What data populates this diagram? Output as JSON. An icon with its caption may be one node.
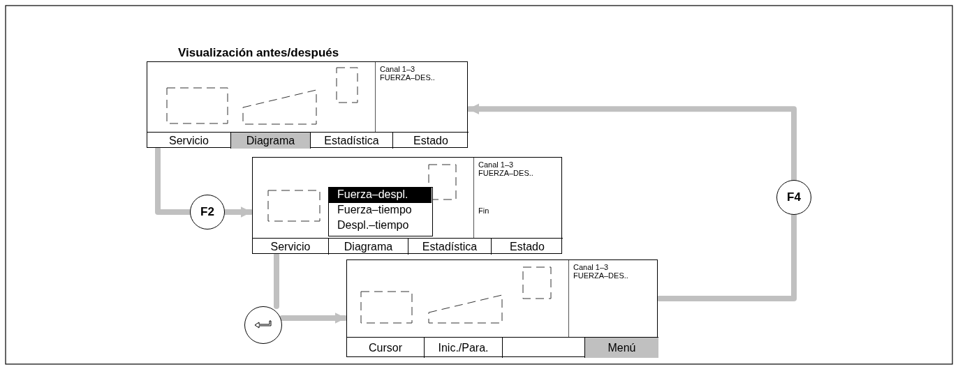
{
  "diagram": {
    "title": "Visualización antes/después",
    "nodes": [
      {
        "text": [],
        "shape": "box"
      },
      {
        "text": [
          "Canal 1–3 FUERZA–DES.."
        ],
        "in": 0
      },
      {
        "text": [
          "Servicio"
        ],
        "in": 0
      },
      {
        "text": [
          "Diagrama"
        ],
        "in": 0
      },
      {
        "text": [
          "Estadística"
        ],
        "in": 0
      },
      {
        "text": [
          "Estado"
        ],
        "in": 0
      },
      {
        "text": [],
        "shape": "box"
      },
      {
        "text": [
          "Canal 1–3 FUERZA–DES..",
          "Fin"
        ],
        "in": 6
      },
      {
        "text": [],
        "shape": "box",
        "in": 6
      },
      {
        "text": [
          "Fuerza–despl."
        ],
        "in": 8
      },
      {
        "text": [
          "Fuerza–tiempo"
        ],
        "in": 8
      },
      {
        "text": [
          "Despl.–tiempo"
        ],
        "in": 8
      },
      {
        "text": [
          "Servicio"
        ],
        "in": 6
      },
      {
        "text": [
          "Diagrama"
        ],
        "in": 6
      },
      {
        "text": [
          "Estadística"
        ],
        "in": 6
      },
      {
        "text": [
          "Estado"
        ],
        "in": 6
      },
      {
        "text": [],
        "shape": "box"
      },
      {
        "text": [
          "Canal 1–3 FUERZA–DES.."
        ],
        "in": 16
      },
      {
        "text": [
          "Cursor"
        ],
        "in": 16
      },
      {
        "text": [
          "Inic./Para."
        ],
        "in": 16
      },
      {
        "text": [],
        "shape": "box",
        "in": 16
      },
      {
        "text": [
          "Menú"
        ],
        "in": 16
      },
      {
        "text": [
          "F2"
        ]
      },
      {
        "text": [],
        "shape": "circle"
      },
      {
        "text": [
          "F4"
        ]
      }
    ],
    "edges": [
      {
        "from": 0,
        "to": 22,
        "arrow": "none"
      },
      {
        "from": 22,
        "to": 6,
        "arrow": "to"
      },
      {
        "from": 6,
        "to": 23,
        "arrow": "none"
      },
      {
        "from": 23,
        "to": 16,
        "arrow": "to"
      },
      {
        "from": 16,
        "to": 24,
        "arrow": "none"
      },
      {
        "from": 24,
        "to": 0,
        "arrow": "to"
      }
    ]
  }
}
